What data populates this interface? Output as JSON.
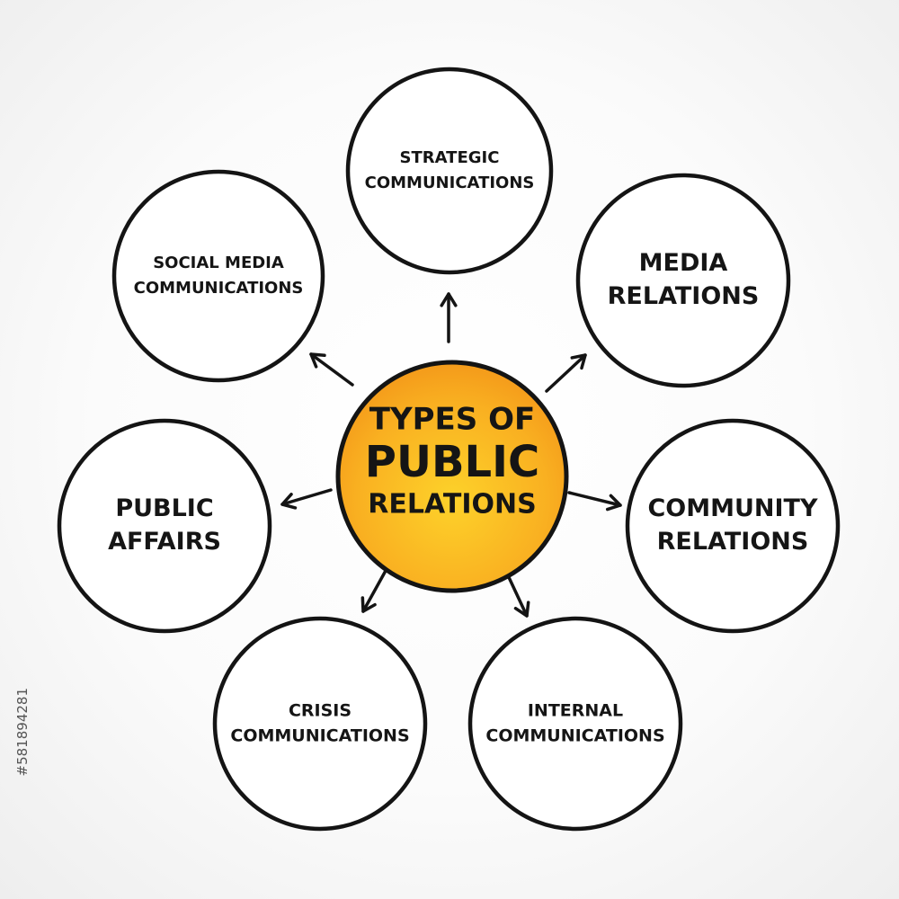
{
  "diagram": {
    "center": {
      "lines": [
        "TYPES OF",
        "PUBLIC",
        "RELATIONS"
      ],
      "fill": "#f7a21b",
      "fill_light": "#fcd12a"
    },
    "nodes": [
      {
        "id": "strategic-communications",
        "lines": [
          "STRATEGIC",
          "COMMUNICATIONS"
        ]
      },
      {
        "id": "media-relations",
        "lines": [
          "MEDIA",
          "RELATIONS"
        ]
      },
      {
        "id": "community-relations",
        "lines": [
          "COMMUNITY",
          "RELATIONS"
        ]
      },
      {
        "id": "internal-communications",
        "lines": [
          "INTERNAL",
          "COMMUNICATIONS"
        ]
      },
      {
        "id": "crisis-communications",
        "lines": [
          "CRISIS",
          "COMMUNICATIONS"
        ]
      },
      {
        "id": "public-affairs",
        "lines": [
          "PUBLIC",
          "AFFAIRS"
        ]
      },
      {
        "id": "social-media-communications",
        "lines": [
          "SOCIAL MEDIA",
          "COMMUNICATIONS"
        ]
      }
    ],
    "stroke_color": "#141414"
  },
  "watermark": {
    "stock_id": "#581894281"
  }
}
